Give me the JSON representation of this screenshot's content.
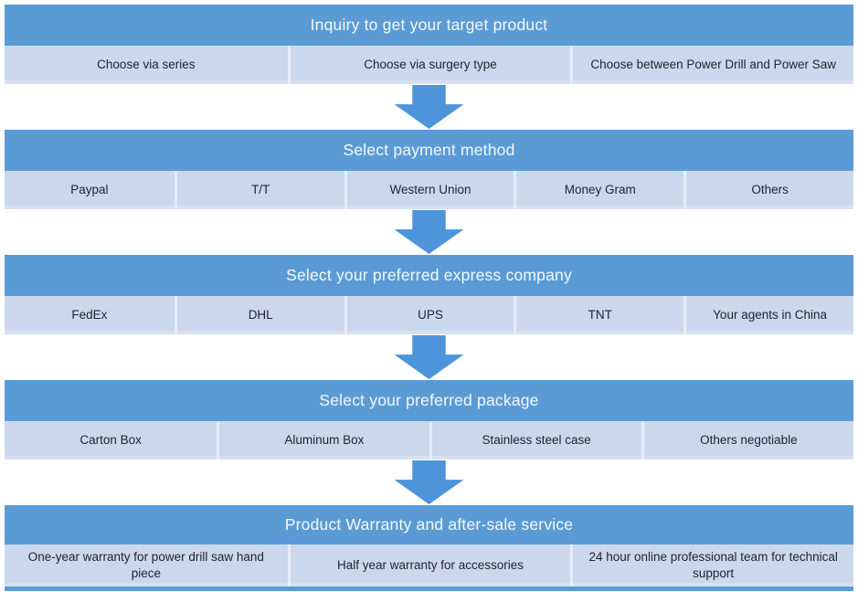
{
  "colors": {
    "header_blue": "#5b9bd5",
    "row_light": "#cbd8ec",
    "divider_light": "#e5ecf7",
    "arrow_blue": "#4e94db",
    "header_text": "#f4f9fd",
    "cell_text": "#20252e"
  },
  "stages": [
    {
      "title": "Inquiry to get your target product",
      "items": [
        "Choose via series",
        "Choose via surgery type",
        "Choose  between Power Drill and Power Saw"
      ]
    },
    {
      "title": "Select payment method",
      "items": [
        "Paypal",
        "T/T",
        "Western Union",
        "Money Gram",
        "Others"
      ]
    },
    {
      "title": "Select your preferred express company",
      "items": [
        "FedEx",
        "DHL",
        "UPS",
        "TNT",
        "Your agents in China"
      ]
    },
    {
      "title": "Select your preferred package",
      "items": [
        "Carton Box",
        "Aluminum Box",
        "Stainless steel case",
        "Others negotiable"
      ]
    },
    {
      "title": "Product Warranty and after-sale service",
      "items": [
        "One-year warranty for power drill saw hand piece",
        "Half year warranty for accessories",
        "24 hour online professional team for technical support"
      ]
    }
  ]
}
